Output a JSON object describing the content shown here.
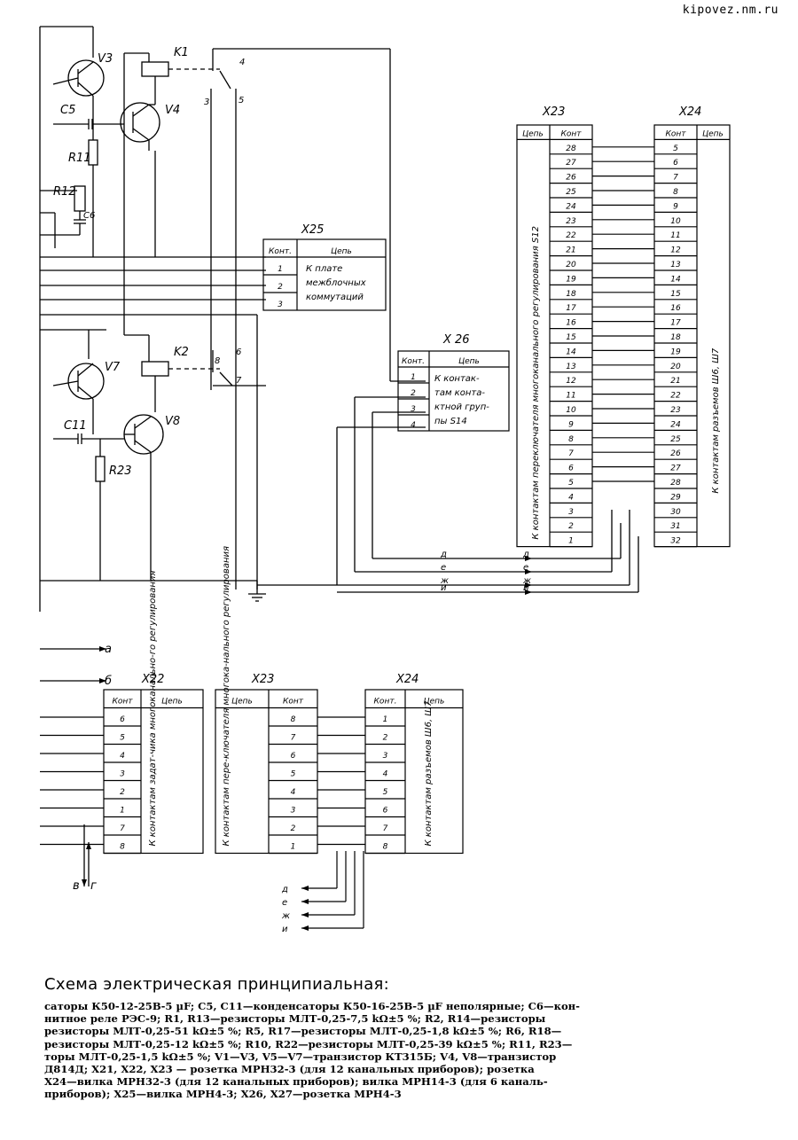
{
  "watermark": "kipovez.nm.ru",
  "caption": {
    "title": "Схема электрическая принципиальная:",
    "lines": [
      "саторы К50-12-25В-5 µF; C5, C11—конденсаторы К50-16-25В-5 µF неполярные; C6—кон-",
      "нитное реле РЭС-9; R1, R13—резисторы МЛТ-0,25-7,5 kΩ±5 %; R2, R14—резисторы",
      "резисторы МЛТ-0,25-51 kΩ±5 %; R5, R17—резисторы МЛТ-0,25-1,8 kΩ±5 %; R6, R18—",
      "резисторы МЛТ-0,25-12 kΩ±5 %; R10, R22—резисторы МЛТ-0,25-39 kΩ±5 %; R11, R23—",
      "торы МЛТ-0,25-1,5 kΩ±5 %; V1—V3, V5—V7—транзистор КТ315Б; V4, V8—транзистор",
      "Д814Д; X21, X22, X23 — розетка МРН32-3 (для 12 канальных приборов); розетка",
      "X24—вилка МРН32-3 (для 12 канальных приборов); вилка МРН14-3 (для 6 каналь-",
      "приборов); X25—вилка МРН4-3; X26, X27—розетка МРН4-3"
    ]
  },
  "components": {
    "V3": "V3",
    "V4": "V4",
    "V7": "V7",
    "V8": "V8",
    "K1": "K1",
    "K2": "K2",
    "C5": "C5",
    "C6": "C6",
    "C11": "C11",
    "R11": "R11",
    "R12": "R12",
    "R23": "R23",
    "k1_pins": [
      "4",
      "3",
      "5"
    ],
    "k2_pins": [
      "8",
      "6",
      "7"
    ]
  },
  "x25": {
    "title": "X25",
    "header": [
      "Конт.",
      "Цепь"
    ],
    "pins": [
      "1",
      "2",
      "3"
    ],
    "text": [
      "К плате",
      "межблочных",
      "коммутаций"
    ]
  },
  "x26": {
    "title": "X 26",
    "header": [
      "Конт.",
      "Цепь"
    ],
    "pins": [
      "1",
      "2",
      "3",
      "4"
    ],
    "text": [
      "К контак-",
      "там конта-",
      "ктной груп-",
      "пы S14"
    ]
  },
  "x23_top": {
    "title": "X23",
    "header": [
      "Цепь",
      "Конт"
    ],
    "pins": [
      "28",
      "27",
      "26",
      "25",
      "24",
      "23",
      "22",
      "21",
      "20",
      "19",
      "18",
      "17",
      "16",
      "15",
      "14",
      "13",
      "12",
      "11",
      "10",
      "9",
      "8",
      "7",
      "6",
      "5",
      "4",
      "3",
      "2",
      "1"
    ],
    "vertical_text": "К контактам переключателя многоканального регулирования S12"
  },
  "x24_top": {
    "title": "X24",
    "header": [
      "Конт",
      "Цепь"
    ],
    "pins": [
      "5",
      "6",
      "7",
      "8",
      "9",
      "10",
      "11",
      "12",
      "13",
      "14",
      "15",
      "16",
      "17",
      "18",
      "19",
      "20",
      "21",
      "22",
      "23",
      "24",
      "25",
      "26",
      "27",
      "28",
      "29",
      "30",
      "31",
      "32"
    ],
    "vertical_text": "К контактам разъемов Ш6, Ш7"
  },
  "bus_top": [
    "д",
    "е",
    "ж",
    "и"
  ],
  "left_arrows": [
    "а",
    "б"
  ],
  "bottom_left_arrows": [
    "в",
    "г"
  ],
  "x22": {
    "title": "X22",
    "header": [
      "Конт",
      "Цепь"
    ],
    "pins": [
      "6",
      "5",
      "4",
      "3",
      "2",
      "1",
      "7",
      "8"
    ],
    "vertical_text": "К контактам задат-чика многоканально-го регулирования"
  },
  "x23_bottom": {
    "title": "X23",
    "header": [
      "Цепь",
      "Конт"
    ],
    "pins": [
      "8",
      "7",
      "6",
      "5",
      "4",
      "3",
      "2",
      "1"
    ],
    "vertical_text": "К контактам пере-ключателя многока-нального регулирования"
  },
  "x24_bottom": {
    "title": "X24",
    "header": [
      "Конт.",
      "Цепь"
    ],
    "pins": [
      "1",
      "2",
      "3",
      "4",
      "5",
      "6",
      "7",
      "8"
    ],
    "vertical_text": "К контактам разъемов Ш6, Ш7"
  },
  "bus_bottom": [
    "д",
    "е",
    "ж",
    "и"
  ]
}
